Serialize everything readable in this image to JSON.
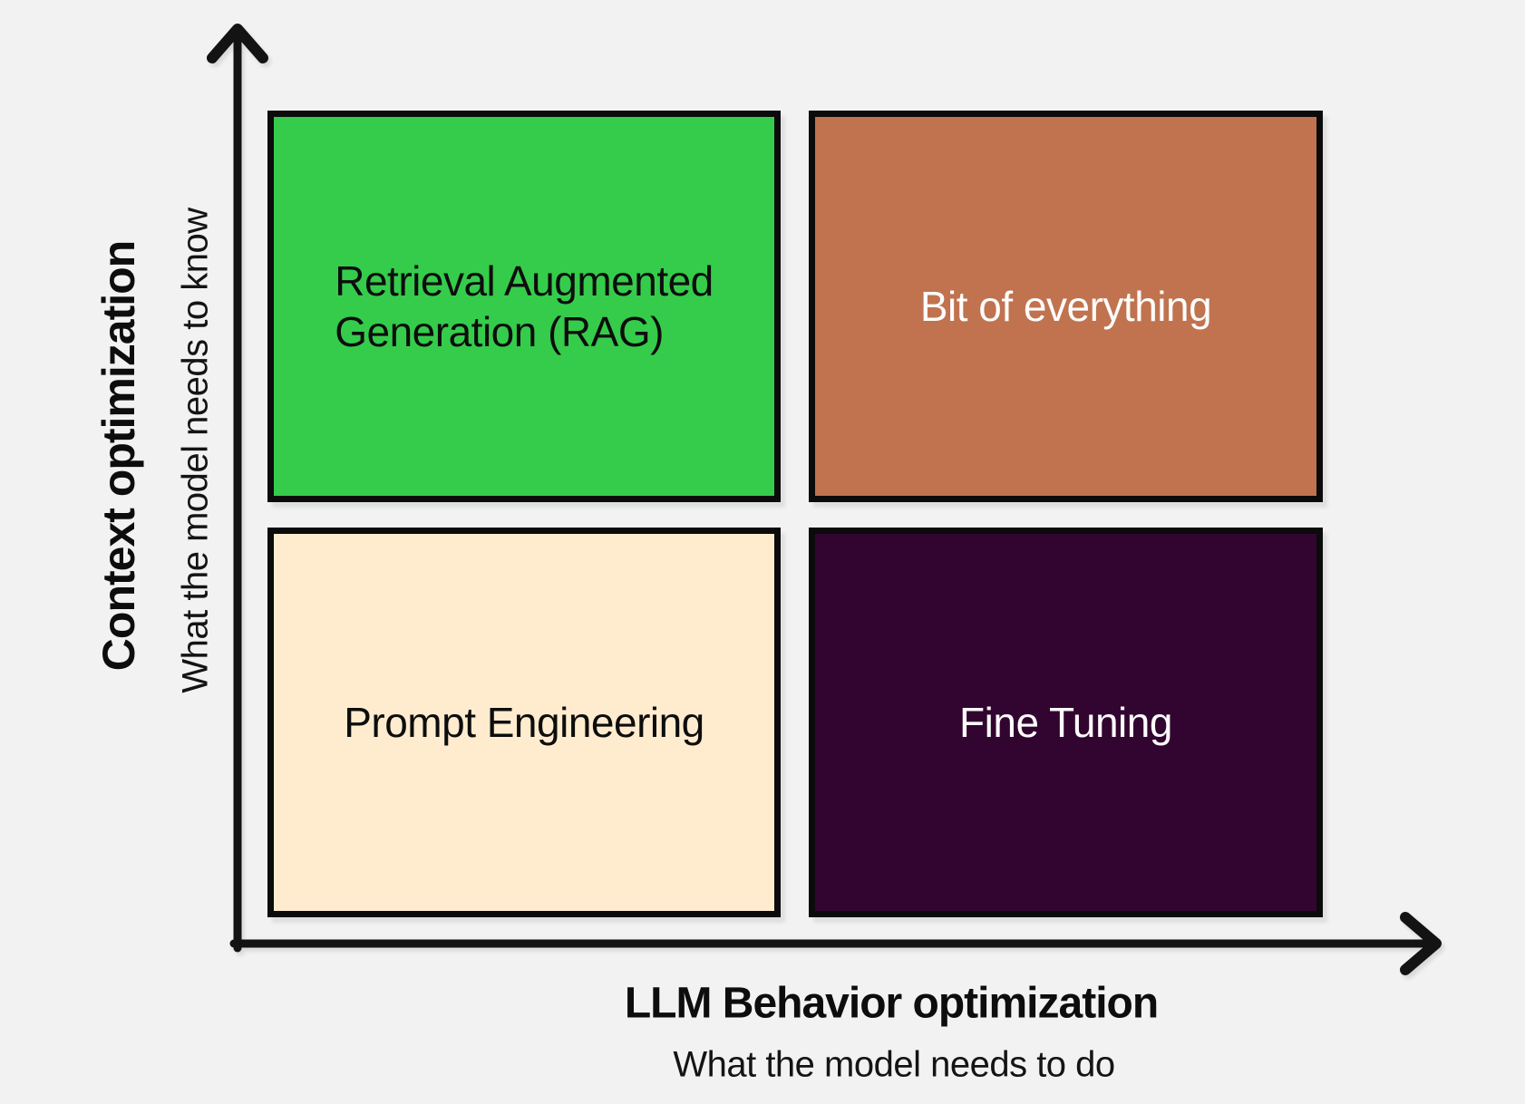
{
  "canvas": {
    "background": "#f2f2f2"
  },
  "colors": {
    "axis": "#131313",
    "quadrant_border": "#0b0b0b"
  },
  "y_axis": {
    "title": "Context optimization",
    "subtitle": "What the model needs to know"
  },
  "x_axis": {
    "title": "LLM Behavior optimization",
    "subtitle": "What the model needs to do"
  },
  "quadrants": {
    "top_left": {
      "label": "Retrieval Augmented\nGeneration (RAG)",
      "bg": "#35cc4b",
      "text_color": "#0d0d0d"
    },
    "top_right": {
      "label": "Bit of everything",
      "bg": "#c0734e",
      "text_color": "#fcfcfc"
    },
    "bottom_left": {
      "label": "Prompt Engineering",
      "bg": "#ffeccf",
      "text_color": "#0d0d0d"
    },
    "bottom_right": {
      "label": "Fine Tuning",
      "bg": "#320530",
      "text_color": "#fcfcfc"
    }
  }
}
